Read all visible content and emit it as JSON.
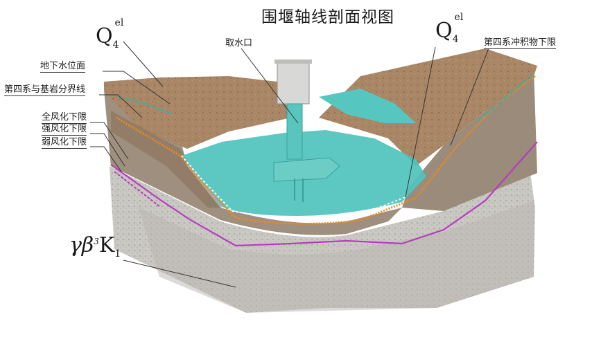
{
  "title": "围堰轴线剖面视图",
  "labels": {
    "groundwater": "地下水位面",
    "quaternary_bedrock": "第四系与基岩分界线",
    "fully_weathered": "全风化下限",
    "strongly_weathered": "强风化下限",
    "weakly_weathered": "弱风化下限",
    "intake": "取水口",
    "alluvium_lower": "第四系冲积物下限"
  },
  "strata": {
    "q_left": {
      "main": "Q",
      "sup": "el",
      "sub": "4"
    },
    "q_right": {
      "main": "Q",
      "sup": "el",
      "sub": "4"
    },
    "rock": {
      "main": "γβ",
      "sup": "3",
      "tail": "K",
      "sub": "1"
    }
  },
  "colors": {
    "water": "#4fc3bd",
    "soil": "#b08c68",
    "weathered": "#9e8f7e",
    "granite": "#c9c7c2",
    "boundary_orange": "#f08a1c",
    "weathering_magenta": "#b83bc0",
    "groundwater_cyan": "#2fb3ac"
  }
}
